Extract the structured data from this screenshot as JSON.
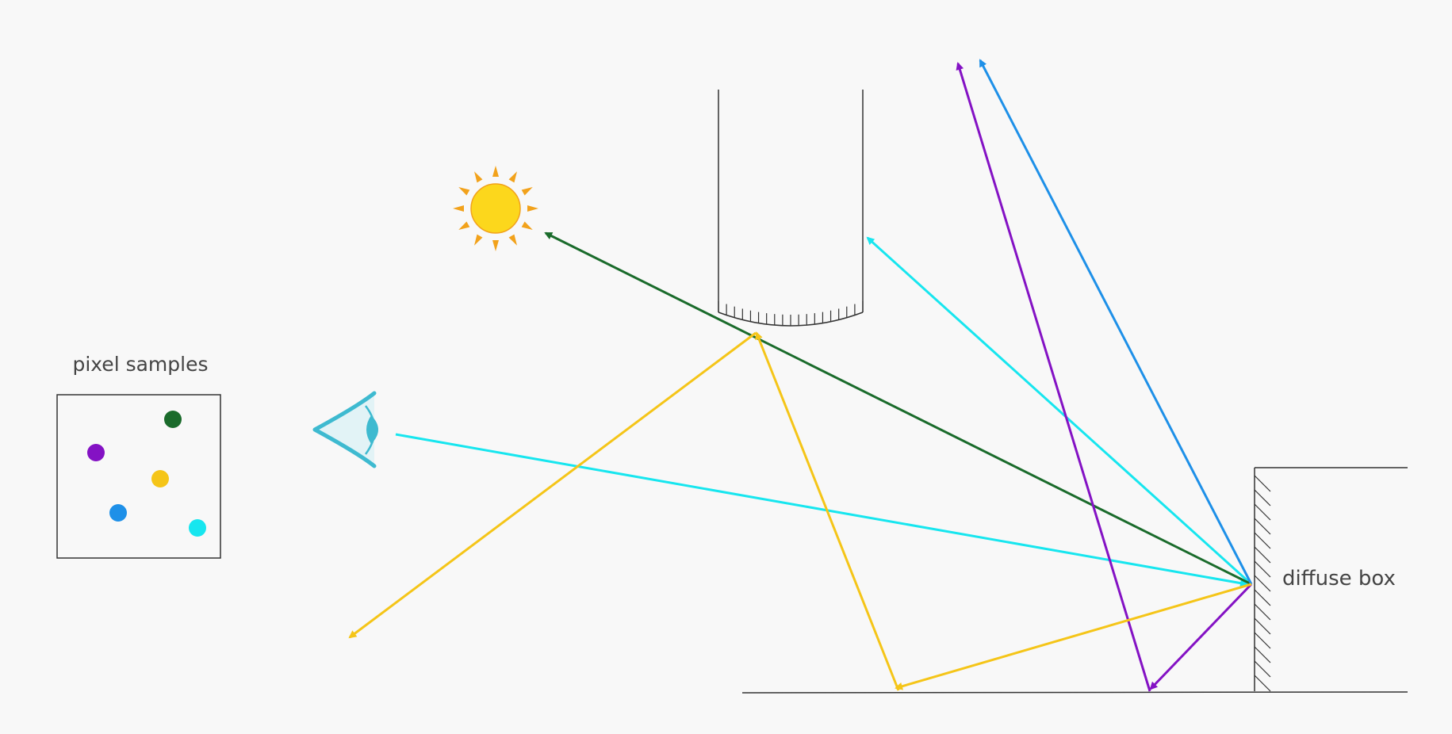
{
  "labels": {
    "pixel_samples": "pixel samples",
    "diffuse_box": "diffuse box"
  },
  "colors": {
    "background": "#f8f8f8",
    "outline": "#333333",
    "green": "#1a6b2b",
    "purple": "#8412c4",
    "yellow": "#f5c518",
    "blue": "#1e90e8",
    "cyan": "#17e6ef",
    "sun_fill": "#fcd71c",
    "sun_ray": "#f2a21b",
    "eye": "#3ebad0"
  },
  "icons": {
    "sun": "sun-icon",
    "eye": "eye-icon"
  },
  "samples": [
    {
      "name": "green-sample-dot",
      "color": "green"
    },
    {
      "name": "purple-sample-dot",
      "color": "purple"
    },
    {
      "name": "yellow-sample-dot",
      "color": "yellow"
    },
    {
      "name": "blue-sample-dot",
      "color": "blue"
    },
    {
      "name": "cyan-sample-dot",
      "color": "cyan"
    }
  ],
  "rays": [
    {
      "name": "cyan-ray-eye-to-box",
      "color": "cyan"
    },
    {
      "name": "cyan-ray-box-to-cylinder",
      "color": "cyan"
    },
    {
      "name": "green-ray-box-to-sun",
      "color": "green"
    },
    {
      "name": "blue-ray-box-up",
      "color": "blue"
    },
    {
      "name": "purple-ray-box-to-floor",
      "color": "purple"
    },
    {
      "name": "purple-ray-floor-up",
      "color": "purple"
    },
    {
      "name": "yellow-ray-box-to-floor",
      "color": "yellow"
    },
    {
      "name": "yellow-ray-floor-to-cylinder",
      "color": "yellow"
    },
    {
      "name": "yellow-ray-cylinder-away",
      "color": "yellow"
    }
  ]
}
